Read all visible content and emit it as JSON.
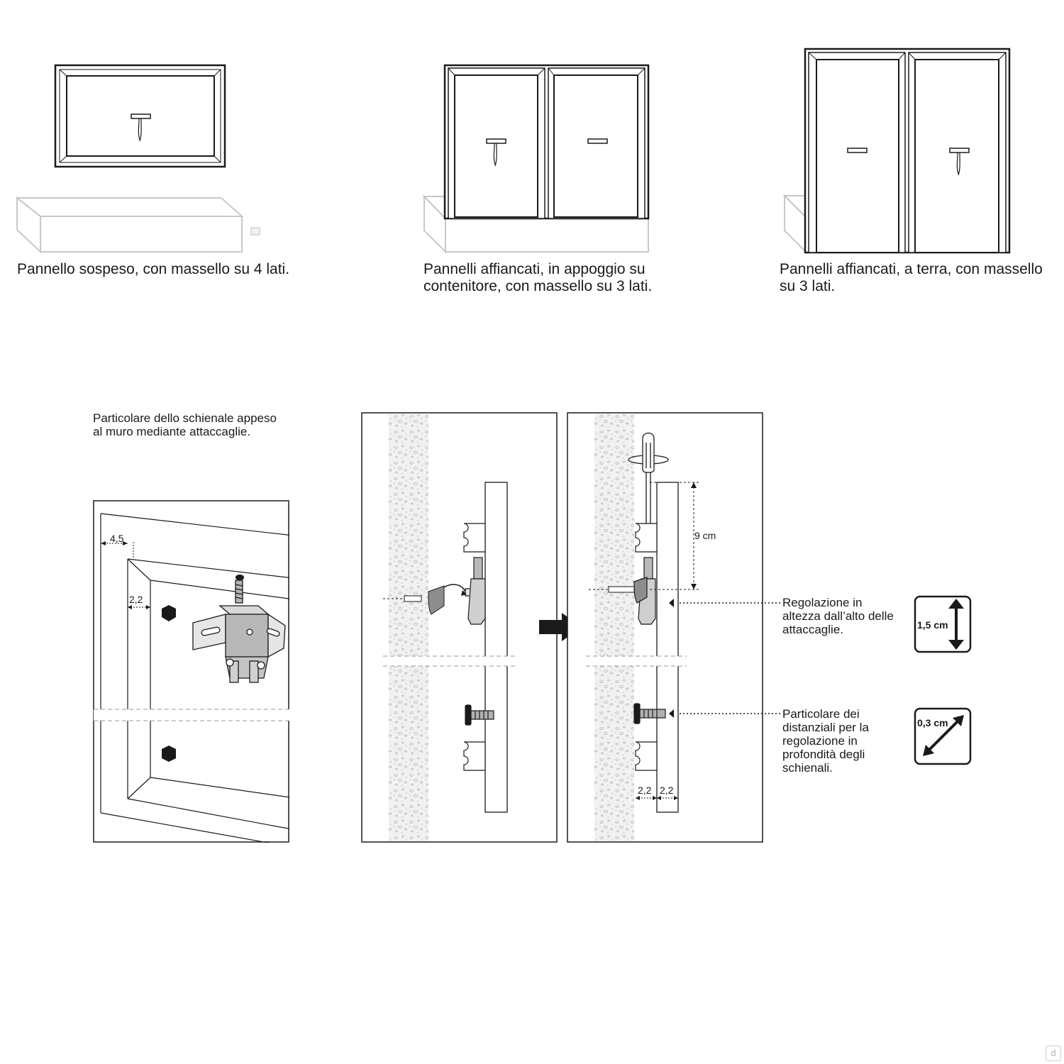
{
  "captions": {
    "suspended": "Pannello sospeso, con massello su 4 lati.",
    "side_on_container": "Pannelli affiancati, in appoggio su\ncontenitore, con massello su 3 lati.",
    "side_floor": "Pannelli affiancati, a terra, con massello\nsu 3 lati."
  },
  "detail": {
    "note": "Particolare dello schienale appeso\nal muro mediante attaccaglie.",
    "dim_frame": "4,5",
    "dim_inner": "2,2"
  },
  "step": {
    "dim_height": "9 cm",
    "dim_left": "2,2",
    "dim_right": "2,2"
  },
  "callouts": {
    "height_adjust": "Regolazione in\naltezza dall’alto delle\nattaccaglie.",
    "depth_adjust": "Particolare dei\ndistanziali per la\nregolazione in\nprofondità degli\nschienali."
  },
  "badges": {
    "height_value": "1,5 cm",
    "depth_value": "0,3 cm"
  },
  "watermark": "d"
}
